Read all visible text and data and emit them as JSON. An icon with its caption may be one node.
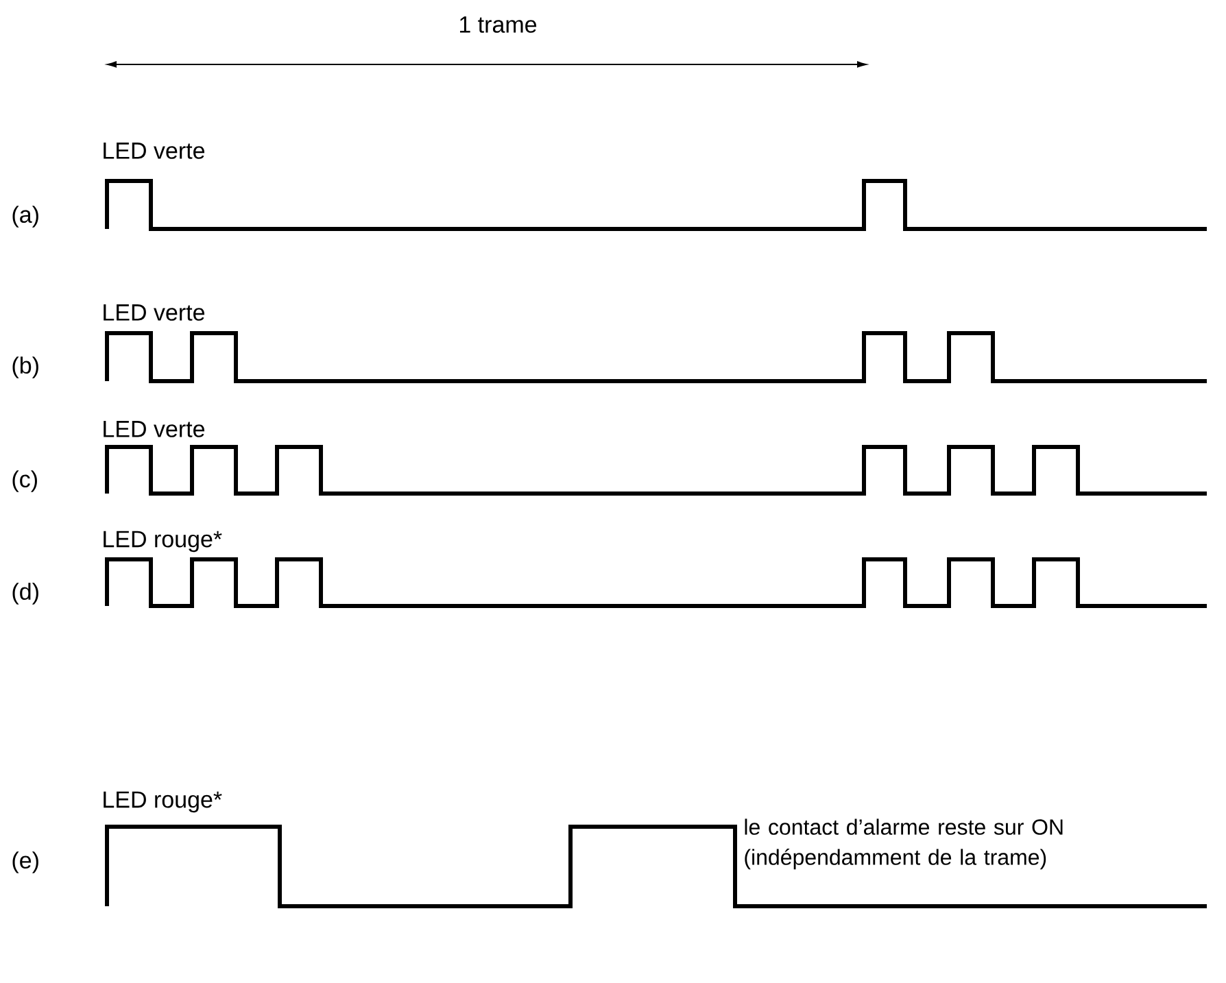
{
  "diagram": {
    "labels": [
      "1 trame",
      "LED verte",
      "(a)",
      "LED verte",
      "(b)",
      "LED verte",
      "(c)",
      "LED rouge*",
      "(d)",
      "LED rouge*",
      "(e)",
      "le contact d’alarme reste sur ON (indépendamment de la trame)"
    ]
  }
}
